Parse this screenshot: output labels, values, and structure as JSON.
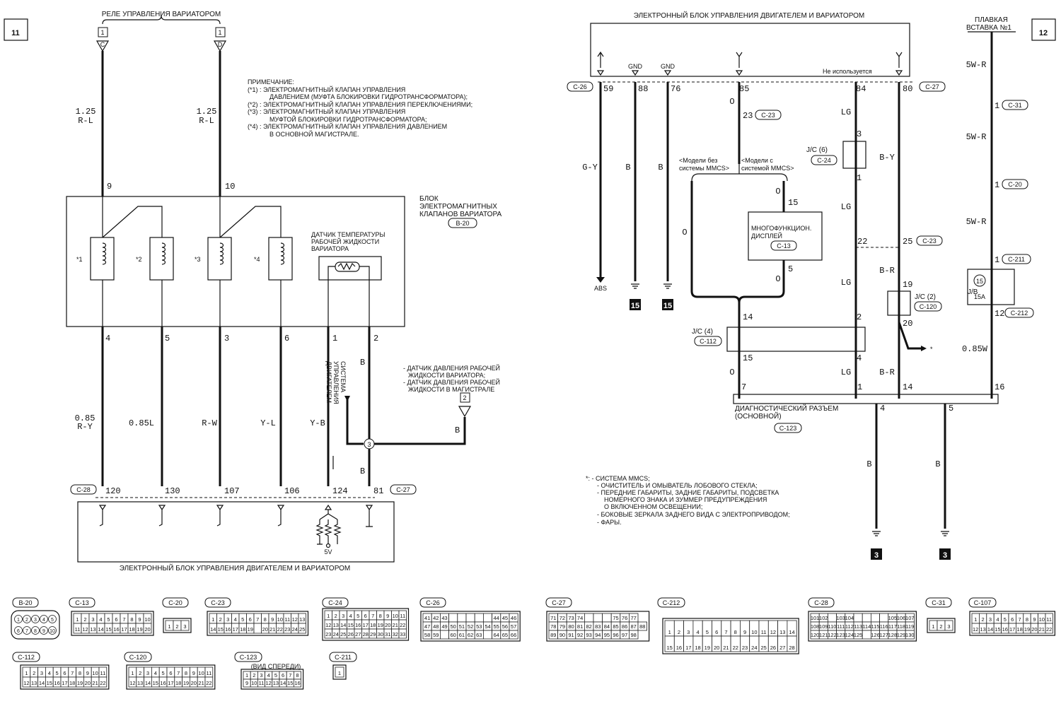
{
  "sheets": {
    "left": "11",
    "right": "12"
  },
  "left": {
    "relay_title": "РЕЛЕ УПРАВЛЕНИЯ ВАРИАТОРОМ",
    "relay_conn": "1",
    "pin_c": "C",
    "pin_d": "D",
    "wire_size_a": "1.25",
    "wire_color_a": "R-L",
    "wire_size_b": "1.25",
    "wire_color_b": "R-L",
    "note_lines": [
      "ПРИМЕЧАНИЕ:",
      "(*1) : ЭЛЕКТРОМАГНИТНЫЙ КЛАПАН УПРАВЛЕНИЯ",
      "ДАВЛЕНИЕМ (МУФТА БЛОКИРОВКИ ГИДРОТРАНСФОРМАТОРА);",
      "(*2) : ЭЛЕКТРОМАГНИТНЫЙ КЛАПАН УПРАВЛЕНИЯ ПЕРЕКЛЮЧЕНИЯМИ;",
      "(*3) : ЭЛЕКТРОМАГНИТНЫЙ КЛАПАН УПРАВЛЕНИЯ",
      "МУФТОЙ БЛОКИРОВКИ ГИДРОТРАНСФОРМАТОРА;",
      "(*4) : ЭЛЕКТРОМАГНИТНЫЙ КЛАПАН УПРАВЛЕНИЯ ДАВЛЕНИЕМ",
      "В ОСНОВНОЙ МАГИСТРАЛЕ."
    ],
    "pin9": "9",
    "pin10": "10",
    "block_title_lines": [
      "БЛОК",
      "ЭЛЕКТРОМАГНИТНЫХ",
      "КЛАПАНОВ ВАРИАТОРА"
    ],
    "block_conn": "B-20",
    "valves": [
      "*1",
      "*2",
      "*3",
      "*4"
    ],
    "temp_sensor_lines": [
      "ДАТЧИК ТЕМПЕРАТУРЫ",
      "РАБОЧЕЙ ЖИДКОСТИ",
      "ВАРИАТОРА"
    ],
    "out_pins": [
      "4",
      "5",
      "3",
      "6",
      "1",
      "2"
    ],
    "vertical_label": [
      "СИСТЕМА",
      "УПРАВЛЕНИЯ",
      "ДВИГАТЕЛЕМ"
    ],
    "b_label": "B",
    "pressure_lines": [
      "- ДАТЧИК ДАВЛЕНИЯ РАБОЧЕЙ",
      "ЖИДКОСТИ ВАРИАТОРА;",
      "- ДАТЧИК ДАВЛЕНИЯ РАБОЧЕЙ",
      "ЖИДКОСТИ В МАГИСТРАЛЕ"
    ],
    "pressure_conn": "2",
    "splice": "3",
    "wire_colors": [
      "0.85",
      "R-Y",
      "0.85L",
      "R-W",
      "Y-L",
      "Y-B"
    ],
    "ecu_pins": [
      "120",
      "130",
      "107",
      "106",
      "124",
      "81"
    ],
    "c28": "C-28",
    "c27": "C-27",
    "five_v": "5V",
    "ecu_title": "ЭЛЕКТРОННЫЙ БЛОК УПРАВЛЕНИЯ ДВИГАТЕЛЕМ И ВАРИАТОРОМ"
  },
  "right": {
    "ecu_title": "ЭЛЕКТРОННЫЙ БЛОК УПРАВЛЕНИЯ ДВИГАТЕЛЕМ И ВАРИАТОРОМ",
    "gnd": "GND",
    "unused": "Не используется",
    "c26": "C-26",
    "c27": "C-27",
    "pins_top": [
      "59",
      "88",
      "76",
      "85",
      "84",
      "80"
    ],
    "colors": {
      "gy": "G-Y",
      "b": "B",
      "o": "O",
      "lg": "LG",
      "by": "B-Y",
      "br": "B-R"
    },
    "p23": "23",
    "c23": "C-23",
    "mmcs_no": [
      "<Модели без",
      "системы MMCS>"
    ],
    "mmcs_yes": [
      "<Модели с",
      "системой MMCS>"
    ],
    "jc6": "J/C (6)",
    "c24": "C-24",
    "p3": "3",
    "p1": "1",
    "p15": "15",
    "display_lines": [
      "МНОГОФУНКЦИОН.",
      "ДИСПЛЕЙ"
    ],
    "c13": "C-13",
    "p5": "5",
    "p22": "22",
    "p25": "25",
    "abs": "ABS",
    "ground15": "15",
    "p19": "19",
    "jc2": "J/C (2)",
    "c120": "C-120",
    "p20": "20",
    "star": "*",
    "p14": "14",
    "jc4": "J/C (4)",
    "c112": "C-112",
    "p2": "2",
    "p4": "4",
    "p15b": "15",
    "diag_pins": [
      "7",
      "1",
      "14",
      "16"
    ],
    "diag_lines": [
      "ДИАГНОСТИЧЕСКИЙ РАЗЪЕМ",
      "(ОСНОВНОЙ)"
    ],
    "c123": "C-123",
    "diag_out": [
      "4",
      "5"
    ],
    "ground3": "3",
    "fuse_title": [
      "ПЛАВКАЯ",
      "ВСТАВКА №1"
    ],
    "w5": "5W-R",
    "c31": "C-31",
    "c20": "C-20",
    "c211": "C-211",
    "c212": "C-212",
    "jb": "J/B",
    "fuse_no": "15",
    "fuse_a": "15A",
    "p12": "12",
    "w085": "0.85W",
    "legend_lines": [
      "*: - СИСТЕМА MMCS;",
      "- ОЧИСТИТЕЛЬ И ОМЫВАТЕЛЬ ЛОБОВОГО СТЕКЛА;",
      "- ПЕРЕДНИЕ ГАБАРИТЫ, ЗАДНИЕ ГАБАРИТЫ, ПОДСВЕТКА",
      "НОМЕРНОГО ЗНАКА И ЗУММЕР ПРЕДУПРЕЖДЕНИЯ",
      "О ВКЛЮЧЕННОМ ОСВЕЩЕНИИ;",
      "- БОКОВЫЕ ЗЕРКАЛА ЗАДНЕГО ВИДА С ЭЛЕКТРОПРИВОДОМ;",
      "- ФАРЫ."
    ]
  },
  "connectors": {
    "b20": "B-20",
    "c13": "C-13",
    "c20": "C-20",
    "c23": "C-23",
    "c24": "C-24",
    "c26": "C-26",
    "c27": "C-27",
    "c212": "C-212",
    "c28": "C-28",
    "c31": "C-31",
    "c107": "C-107",
    "c112": "C-112",
    "c120": "C-120",
    "c123": "C-123",
    "c123_note": "(ВИД СПЕРЕДИ)",
    "c211": "C-211",
    "r_b20": [
      [
        "1",
        "2",
        "3",
        "4",
        "5"
      ],
      [
        "6",
        "7",
        "8",
        "9",
        "10"
      ]
    ],
    "r_c13": [
      [
        "1",
        "2",
        "3",
        "4",
        "5",
        "6",
        "7",
        "8",
        "9",
        "10"
      ],
      [
        "11",
        "12",
        "13",
        "14",
        "15",
        "16",
        "17",
        "18",
        "19",
        "20"
      ]
    ],
    "r_c20": [
      "1",
      "2",
      "3"
    ],
    "r_c23": [
      [
        "1",
        "2",
        "3",
        "4",
        "5",
        "6",
        "7",
        "8",
        "9",
        "10",
        "11",
        "12",
        "13"
      ],
      [
        "14",
        "15",
        "16",
        "17",
        "18",
        "19",
        "",
        "20",
        "21",
        "22",
        "23",
        "24",
        "25"
      ]
    ],
    "r_c24": [
      [
        "1",
        "2",
        "3",
        "4",
        "5",
        "6",
        "7",
        "8",
        "9",
        "10",
        "11"
      ],
      [
        "12",
        "13",
        "14",
        "15",
        "16",
        "17",
        "18",
        "19",
        "20",
        "21",
        "22"
      ],
      [
        "23",
        "24",
        "25",
        "26",
        "27",
        "28",
        "29",
        "30",
        "31",
        "32",
        "33"
      ]
    ],
    "r_c26": [
      [
        "41",
        "42",
        "43",
        "",
        "",
        "",
        "",
        "",
        "44",
        "45",
        "46"
      ],
      [
        "47",
        "48",
        "49",
        "50",
        "51",
        "52",
        "53",
        "54",
        "55",
        "56",
        "57"
      ],
      [
        "58",
        "59",
        "",
        "60",
        "61",
        "62",
        "63",
        "",
        "64",
        "65",
        "66"
      ]
    ],
    "r_c27": [
      [
        "71",
        "72",
        "73",
        "74",
        "",
        "",
        "",
        "75",
        "76",
        "77"
      ],
      [
        "78",
        "79",
        "80",
        "81",
        "82",
        "83",
        "84",
        "85",
        "86",
        "87",
        "88"
      ],
      [
        "89",
        "90",
        "91",
        "92",
        "93",
        "94",
        "95",
        "96",
        "97",
        "98"
      ]
    ],
    "r_c212": [
      [
        "1",
        "2",
        "3",
        "4",
        "5",
        "6",
        "7",
        "8",
        "9",
        "10",
        "11",
        "12",
        "13",
        "14"
      ],
      [
        "15",
        "16",
        "17",
        "18",
        "19",
        "20",
        "21",
        "22",
        "23",
        "24",
        "25",
        "26",
        "27",
        "28"
      ]
    ],
    "r_c28": [
      [
        "101",
        "102",
        "",
        "103",
        "104",
        "",
        "",
        "",
        "",
        "105",
        "106",
        "107"
      ],
      [
        "108",
        "109",
        "110",
        "111",
        "112",
        "113",
        "114",
        "115",
        "116",
        "117",
        "118",
        "119"
      ],
      [
        "120",
        "121",
        "122",
        "123",
        "124",
        "125",
        "",
        "126",
        "127",
        "128",
        "129",
        "130"
      ]
    ],
    "r_c31": [
      "1",
      "2",
      "3"
    ],
    "r_c107": [
      [
        "1",
        "2",
        "3",
        "4",
        "5",
        "6",
        "7",
        "8",
        "9",
        "10",
        "11"
      ],
      [
        "12",
        "13",
        "14",
        "15",
        "16",
        "17",
        "18",
        "19",
        "20",
        "21",
        "22"
      ]
    ],
    "r_c112": [
      [
        "1",
        "2",
        "3",
        "4",
        "5",
        "6",
        "7",
        "8",
        "9",
        "10",
        "11"
      ],
      [
        "12",
        "13",
        "14",
        "15",
        "16",
        "17",
        "18",
        "19",
        "20",
        "21",
        "22"
      ]
    ],
    "r_c120": [
      [
        "1",
        "2",
        "3",
        "4",
        "5",
        "6",
        "7",
        "8",
        "9",
        "10",
        "11"
      ],
      [
        "12",
        "13",
        "14",
        "15",
        "16",
        "17",
        "18",
        "19",
        "20",
        "21",
        "22"
      ]
    ],
    "r_c123": [
      [
        "1",
        "2",
        "3",
        "4",
        "5",
        "6",
        "7",
        "8"
      ],
      [
        "9",
        "10",
        "11",
        "12",
        "13",
        "14",
        "15",
        "16"
      ]
    ],
    "r_c211": [
      "1"
    ]
  }
}
